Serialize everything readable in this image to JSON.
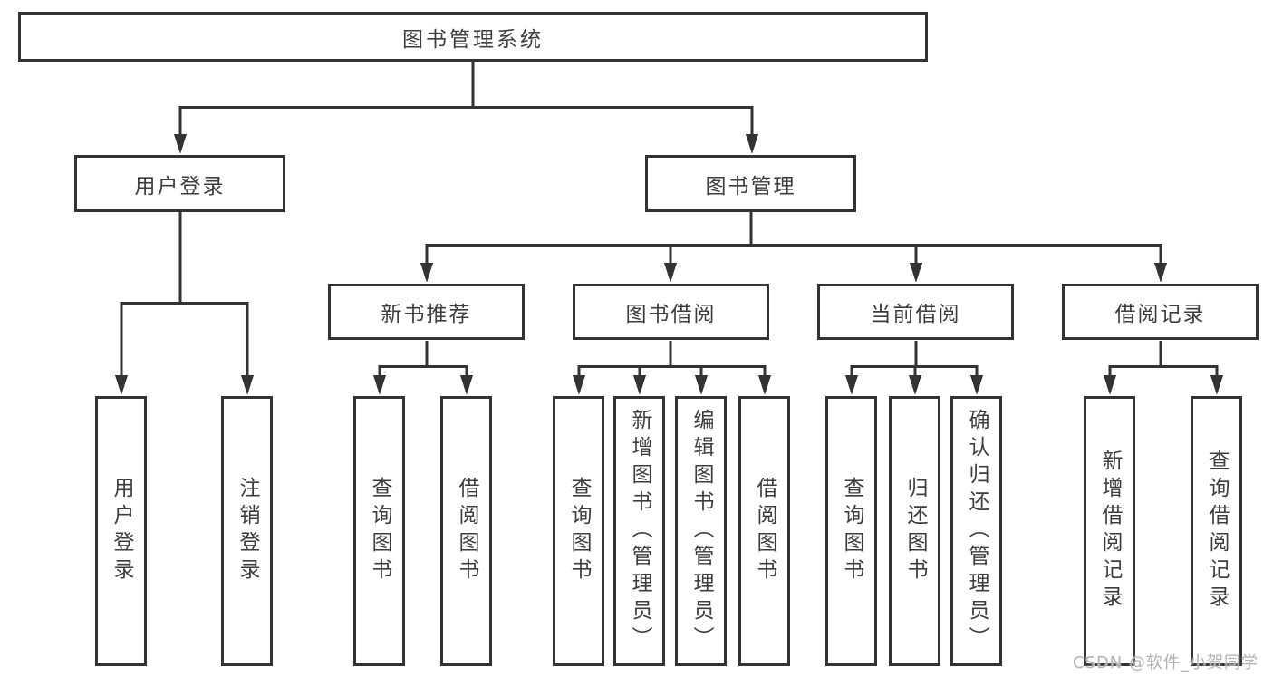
{
  "diagram": {
    "type": "tree",
    "direction": "top-down"
  },
  "nodes": {
    "root": "图书管理系统",
    "level2": [
      "用户登录",
      "图书管理"
    ],
    "level3": [
      "新书推荐",
      "图书借阅",
      "当前借阅",
      "借阅记录"
    ],
    "leaves": [
      "用户登录",
      "注销登录",
      "查询图书",
      "借阅图书",
      "查询图书",
      "新增图书（管理员）",
      "编辑图书（管理员）",
      "借阅图书",
      "查询图书",
      "归还图书",
      "确认归还（管理员）",
      "新增借阅记录",
      "查询借阅记录"
    ]
  },
  "watermark": "CSDN @软件_小贺同学",
  "colors": {
    "line": "#333333",
    "box_border": "#333333",
    "text": "#3d3d3d",
    "watermark": "#b2b2b2",
    "background": "#ffffff"
  }
}
